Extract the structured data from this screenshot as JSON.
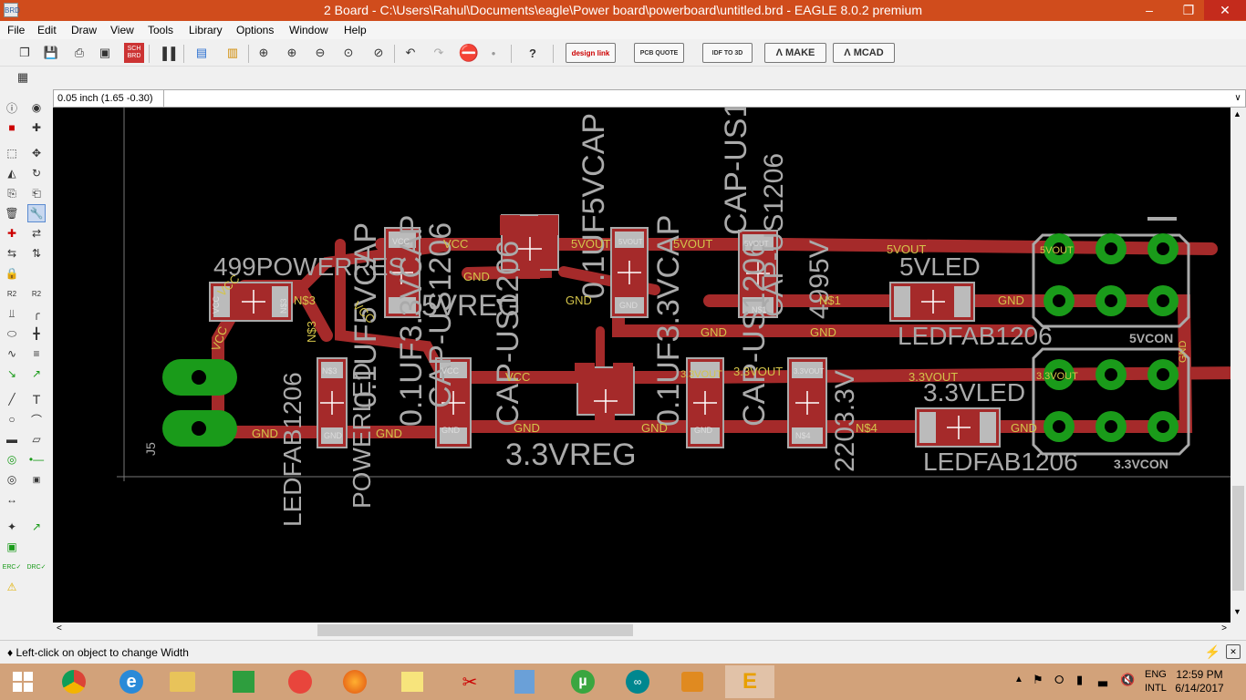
{
  "window": {
    "title": "2 Board - C:\\Users\\Rahul\\Documents\\eagle\\Power board\\powerboard\\untitled.brd - EAGLE 8.0.2 premium",
    "icon_label": "BRD",
    "minimize": "–",
    "maximize": "❐",
    "close": "✕"
  },
  "menu": [
    "File",
    "Edit",
    "Draw",
    "View",
    "Tools",
    "Library",
    "Options",
    "Window",
    "Help"
  ],
  "toolbar": {
    "design_link": "design link",
    "pcb_quote": "PCB QUOTE",
    "idf_to_3d": "IDF TO 3D",
    "make": "MAKE",
    "mcad": "MCAD",
    "sch_label": "SCH BRD"
  },
  "coords": {
    "display": "0.05 inch (1.65 -0.30)",
    "command_value": ""
  },
  "status": {
    "message": "♦ Left-click on object to change Width"
  },
  "taskbar": {
    "lang1": "ENG",
    "lang2": "INTL",
    "time": "12:59 PM",
    "date": "6/14/2017"
  },
  "board": {
    "colors": {
      "bg": "#000000",
      "copper": "#a52a2a",
      "pad": "#1a9b1a",
      "silk": "#aaaaaa",
      "label": "#d4c44a"
    },
    "big_labels": [
      "499POWERRES",
      "0.1UF5VCAP",
      "CAP-US1206",
      "5VREG",
      "0.1UF5VCAP",
      "0.1UF3.3VCAP",
      "CAP-US1206",
      "4995V",
      "5VLED",
      "LEDFAB1206",
      "3.3VLED",
      "LEDFAB1206",
      "3.3VREG",
      "2203.3V",
      "LEDFAB1206",
      "POWERLED",
      "CAP-US1206",
      "CAP-US1206",
      "0.1UF3.3VCAP",
      "5VCON",
      "3.3VCON",
      "J5",
      "CAP-US1206"
    ],
    "net_labels": [
      "VCC",
      "VCC",
      "VCC",
      "VCC",
      "VCC",
      "N$3",
      "N$3",
      "GND",
      "GND",
      "GND",
      "GND",
      "GND",
      "GND",
      "GND",
      "GND",
      "5VOUT",
      "5VOUT",
      "5VOUT",
      "5VOUT",
      "N$1",
      "N$1",
      "3.3VOUT",
      "3.3VOUT",
      "3.3VOUT",
      "3.3VOUT",
      "N$4",
      "N$4",
      "GND",
      "GND",
      "5VOUT",
      "3.3VOUT",
      "GND"
    ]
  }
}
